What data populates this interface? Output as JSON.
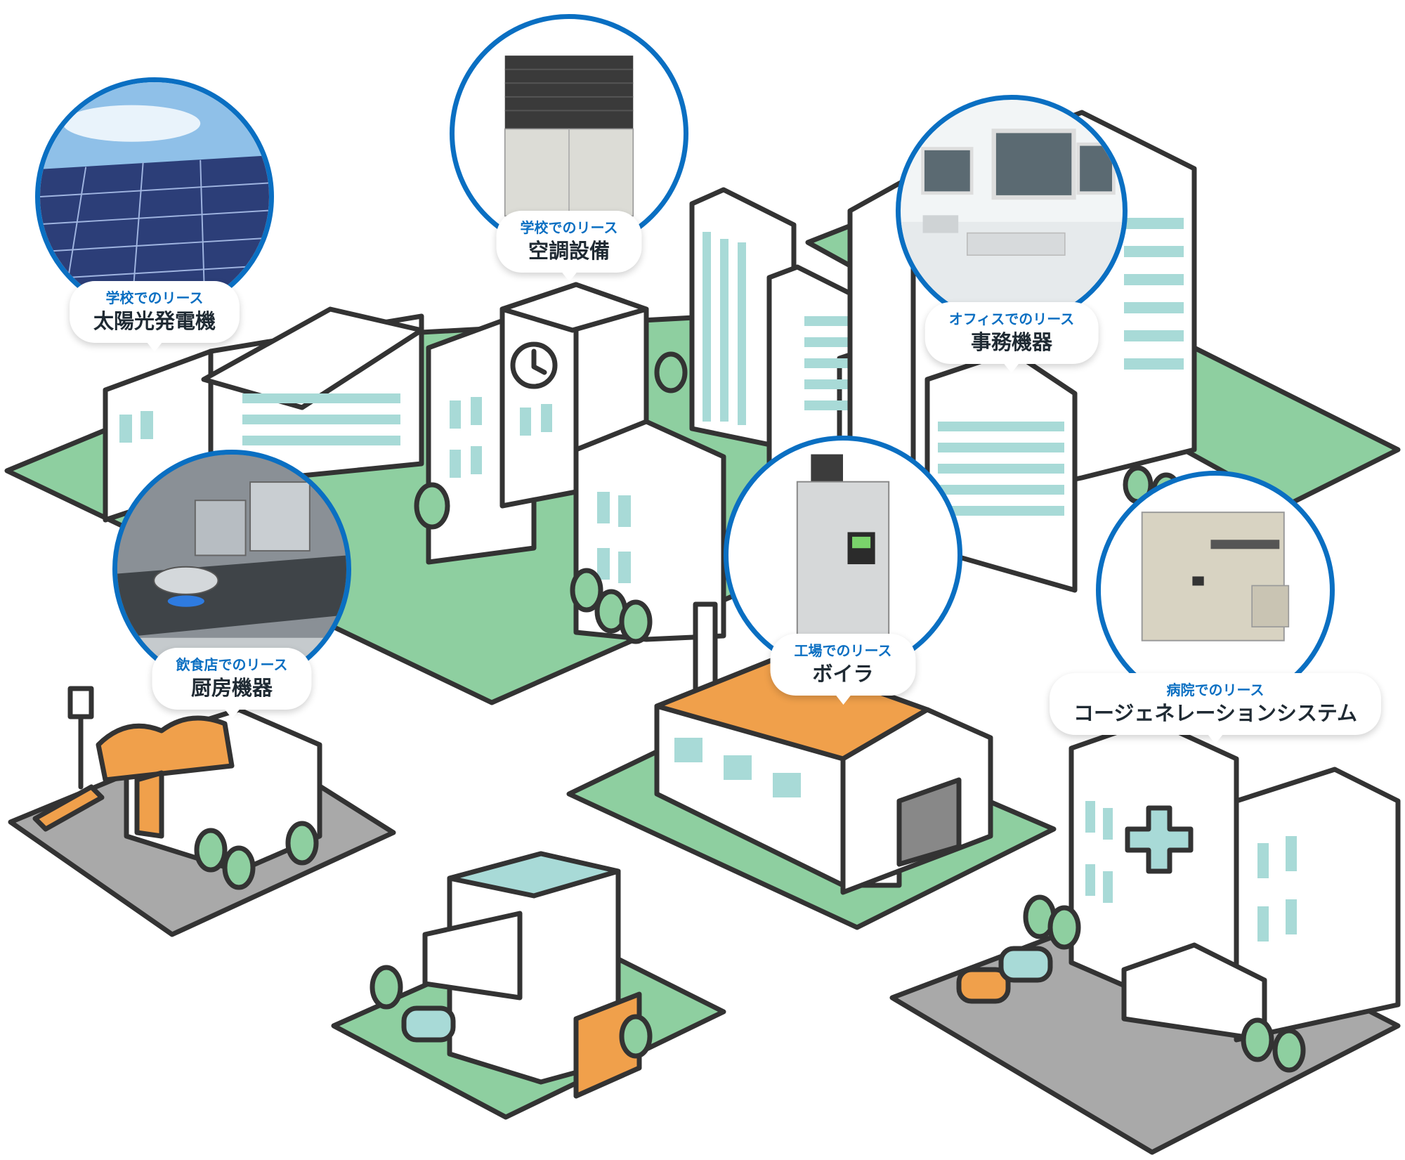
{
  "callouts": [
    {
      "id": "solar",
      "sub": "学校でのリース",
      "main": "太陽光発電機",
      "icon": "solar-panel-photo"
    },
    {
      "id": "aircon",
      "sub": "学校でのリース",
      "main": "空調設備",
      "icon": "air-conditioner-photo"
    },
    {
      "id": "office",
      "sub": "オフィスでのリース",
      "main": "事務機器",
      "icon": "office-equipment-photo"
    },
    {
      "id": "kitchen",
      "sub": "飲食店でのリース",
      "main": "厨房機器",
      "icon": "kitchen-equipment-photo"
    },
    {
      "id": "boiler",
      "sub": "工場でのリース",
      "main": "ボイラ",
      "icon": "boiler-photo"
    },
    {
      "id": "cogen",
      "sub": "病院でのリース",
      "main": "コージェネレーションシステム",
      "icon": "cogeneration-unit-photo"
    }
  ],
  "colors": {
    "ground_green": "#8ecfa0",
    "road_gray": "#a9a9a9",
    "outline": "#333333",
    "window_teal": "#a8dad7",
    "roof_orange": "#f0a04b",
    "brand_blue": "#0a6fc2"
  }
}
